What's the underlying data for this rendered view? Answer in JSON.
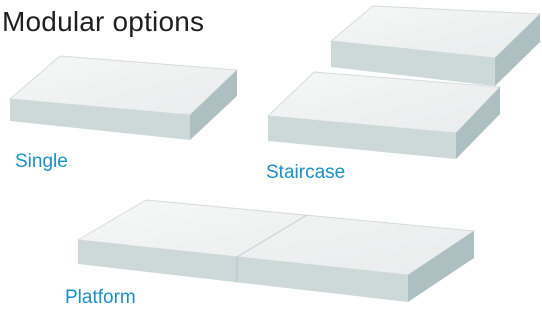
{
  "title": "Modular options",
  "options": [
    {
      "label": "Single",
      "modules": 1
    },
    {
      "label": "Staircase",
      "modules": 2
    },
    {
      "label": "Platform",
      "modules": 2
    }
  ],
  "colors": {
    "top_face": "#f1f2f2",
    "front_face": "#cdd8d9",
    "side_face": "#aebfc1",
    "edge": "#c8d2d3",
    "label": "#1a8fc9",
    "title": "#1f1f1f"
  }
}
